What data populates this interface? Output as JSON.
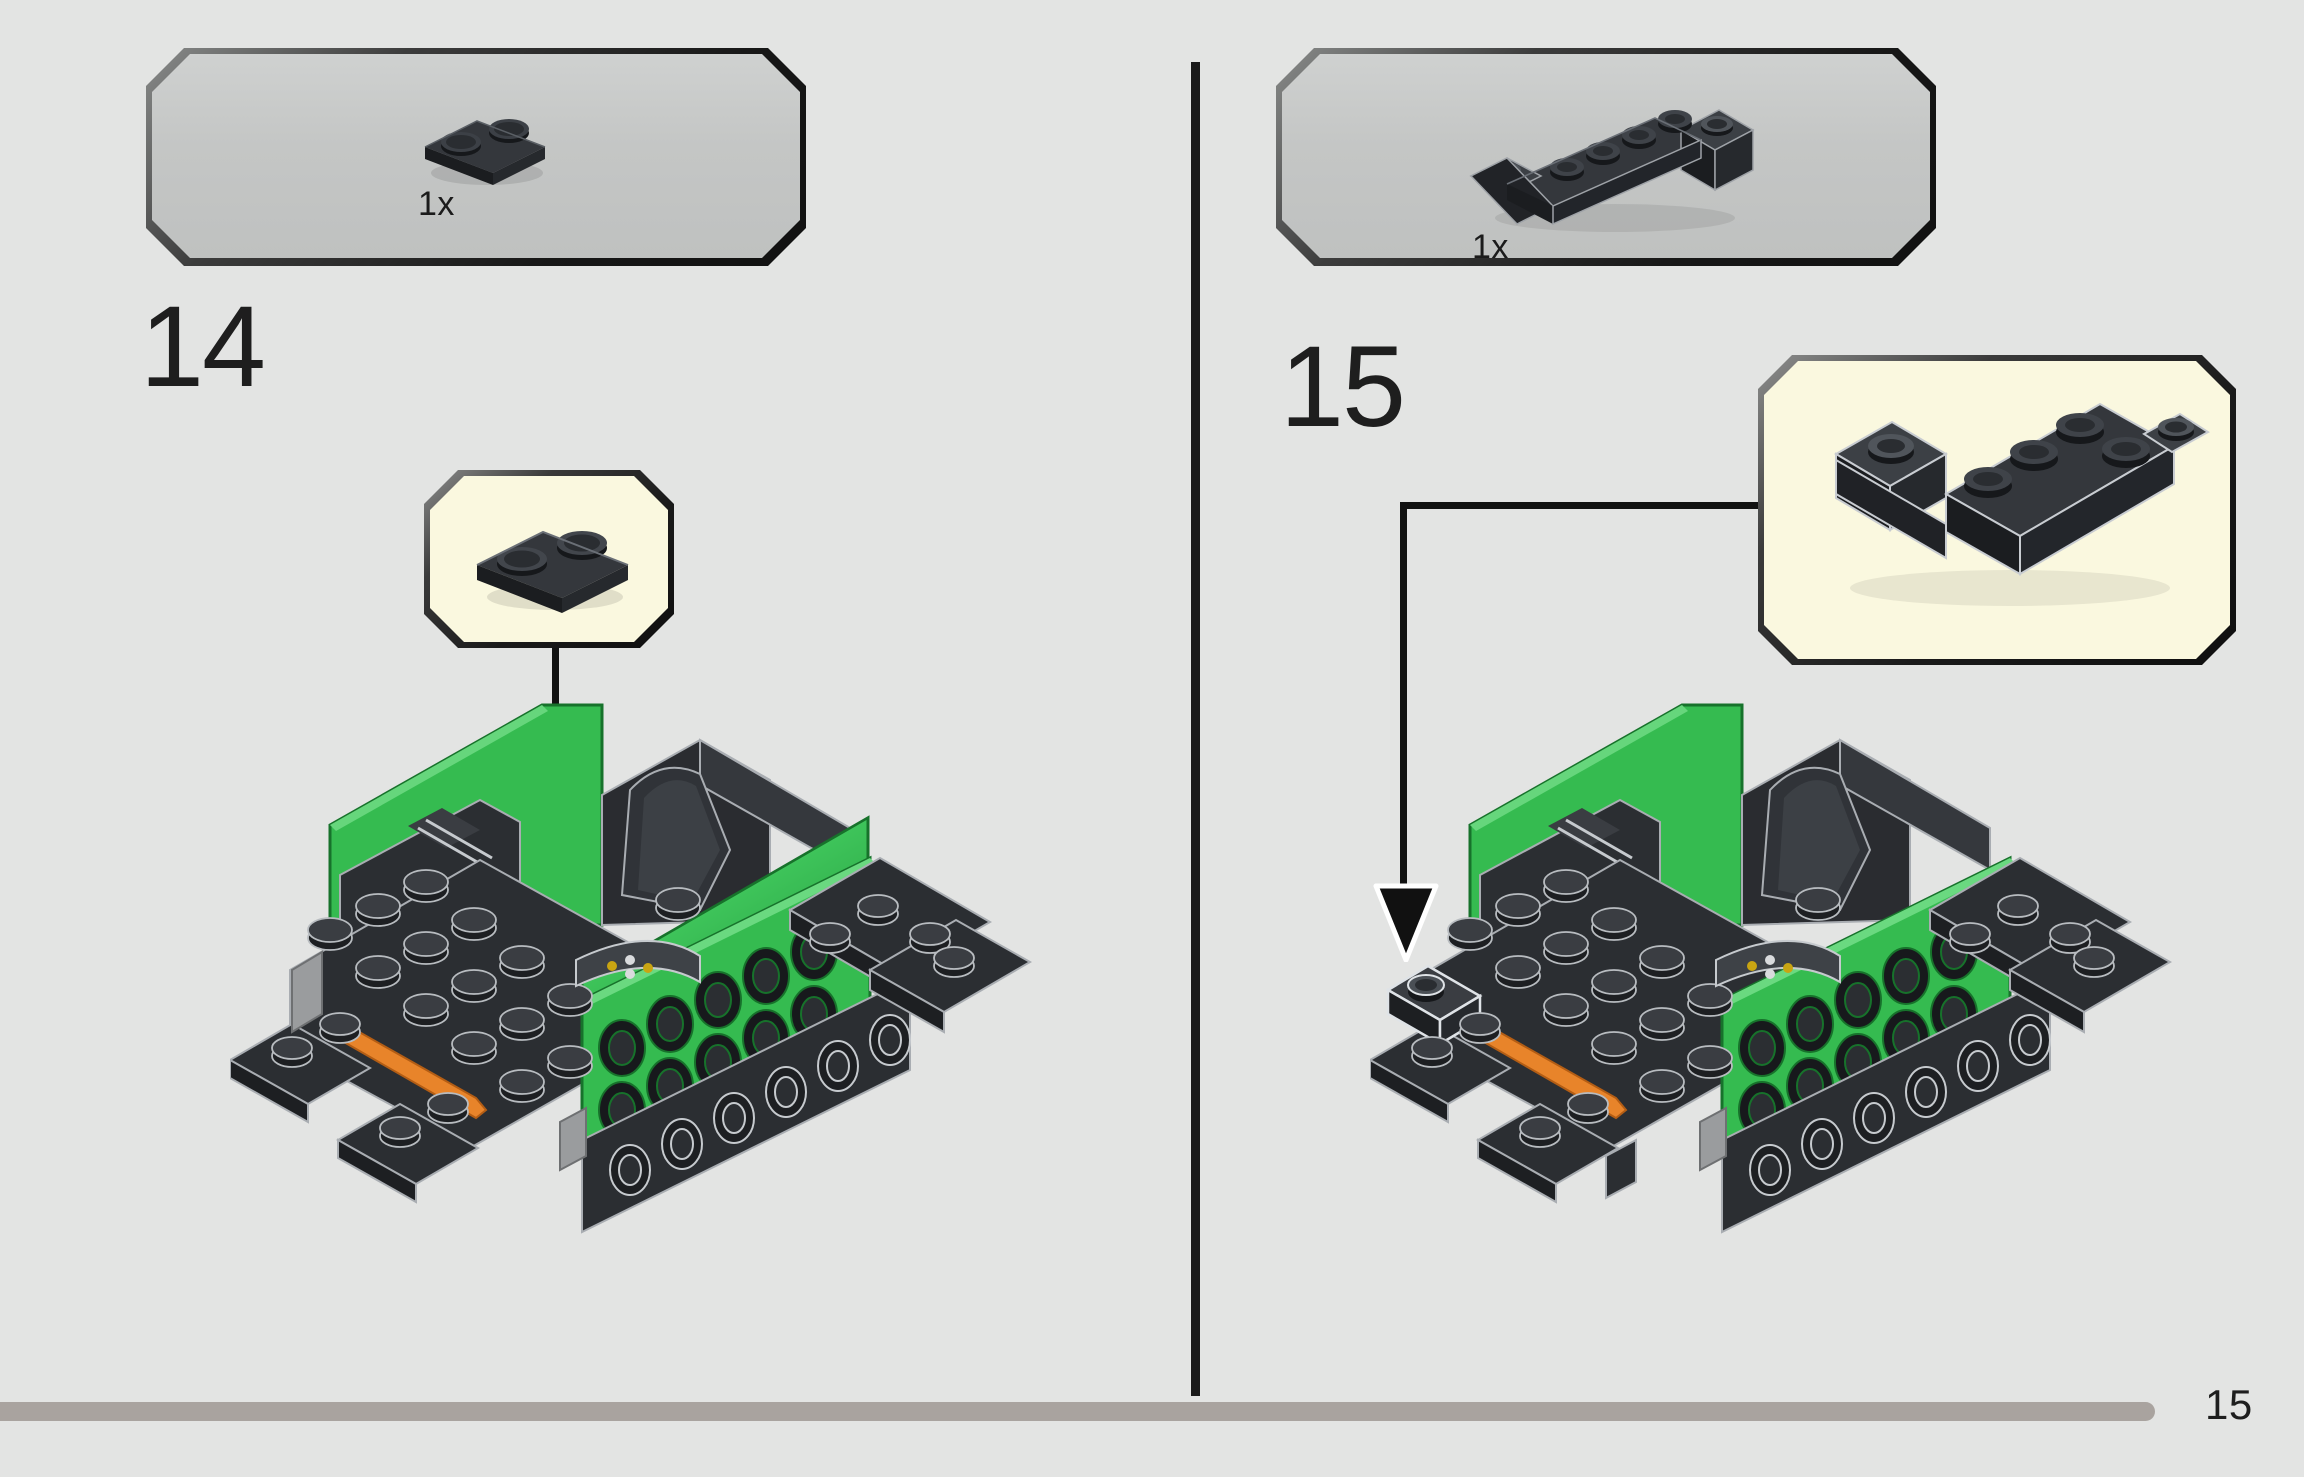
{
  "document": {
    "type": "lego-building-instructions",
    "page_number": "15"
  },
  "steps": [
    {
      "id": "step-14",
      "number": "14",
      "parts_box": {
        "items": [
          {
            "count_label": "1x",
            "part_name": "plate-1x2",
            "color_name": "black",
            "color_hex": "#24262a",
            "studs": 2
          }
        ]
      },
      "callout": {
        "part_name": "plate-1x2",
        "color_hex": "#24262a",
        "background_hex": "#faf8df",
        "studs": 2
      },
      "assembly": {
        "description": "partially built black and green vehicle chassis",
        "colors": {
          "green": "#35bb50",
          "green_dark": "#1f8c36",
          "black": "#2a2c30",
          "black_light": "#3a3d42",
          "orange": "#e8842a",
          "gray": "#9a9c9e"
        }
      },
      "arrow": {
        "direction": "down"
      }
    },
    {
      "id": "step-15",
      "number": "15",
      "parts_box": {
        "items": [
          {
            "count_label": "1x",
            "part_name": "slope-inverted-6x1-double-with-4-studs",
            "color_name": "black",
            "color_hex": "#24262a",
            "studs": 6
          }
        ]
      },
      "callout": {
        "part_name": "slope-inverted-6x1-double-with-4-studs",
        "color_hex": "#24262a",
        "background_hex": "#faf8df",
        "studs": 6
      },
      "assembly": {
        "description": "partially built black and green vehicle chassis with step 14 plate attached",
        "colors": {
          "green": "#35bb50",
          "green_dark": "#1f8c36",
          "black": "#2a2c30",
          "black_light": "#3a3d42",
          "orange": "#e8842a",
          "gray": "#9a9c9e"
        }
      },
      "arrow": {
        "direction": "down"
      }
    }
  ],
  "theme": {
    "page_background": "#e3e4e3",
    "divider_color": "#1a1a1a",
    "rule_color": "#a9a39f",
    "parts_box_fill": "#c4c6c5",
    "callout_fill": "#faf8df",
    "text_color": "#1e1e1e"
  }
}
